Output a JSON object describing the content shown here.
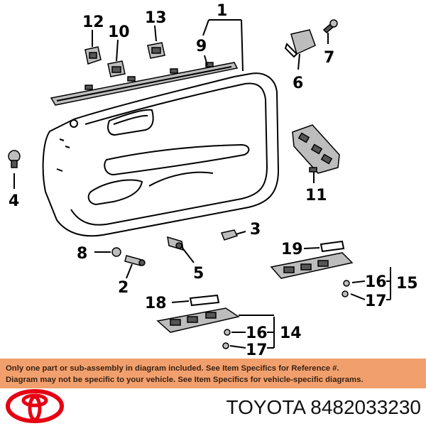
{
  "callouts": {
    "c1": "1",
    "c2": "2",
    "c3": "3",
    "c4": "4",
    "c5": "5",
    "c6": "6",
    "c7": "7",
    "c8": "8",
    "c9": "9",
    "c10": "10",
    "c11": "11",
    "c12": "12",
    "c13": "13",
    "c14": "14",
    "c15": "15",
    "c16a": "16",
    "c16b": "16",
    "c17a": "17",
    "c17b": "17",
    "c18": "18",
    "c19": "19"
  },
  "notice": {
    "line1": "Only one part or sub-assembly in diagram included. See Item Specifics for Reference #.",
    "line2": "Diagram may not be specific to your vehicle. See Item Specifics for vehicle-specific diagrams."
  },
  "footer": {
    "brand_part": "TOYOTA 8482033230"
  },
  "colors": {
    "notice_bg": "#f1a06d",
    "logo_red": "#e60012"
  },
  "icons": {
    "logo": "toyota-logo-icon"
  }
}
